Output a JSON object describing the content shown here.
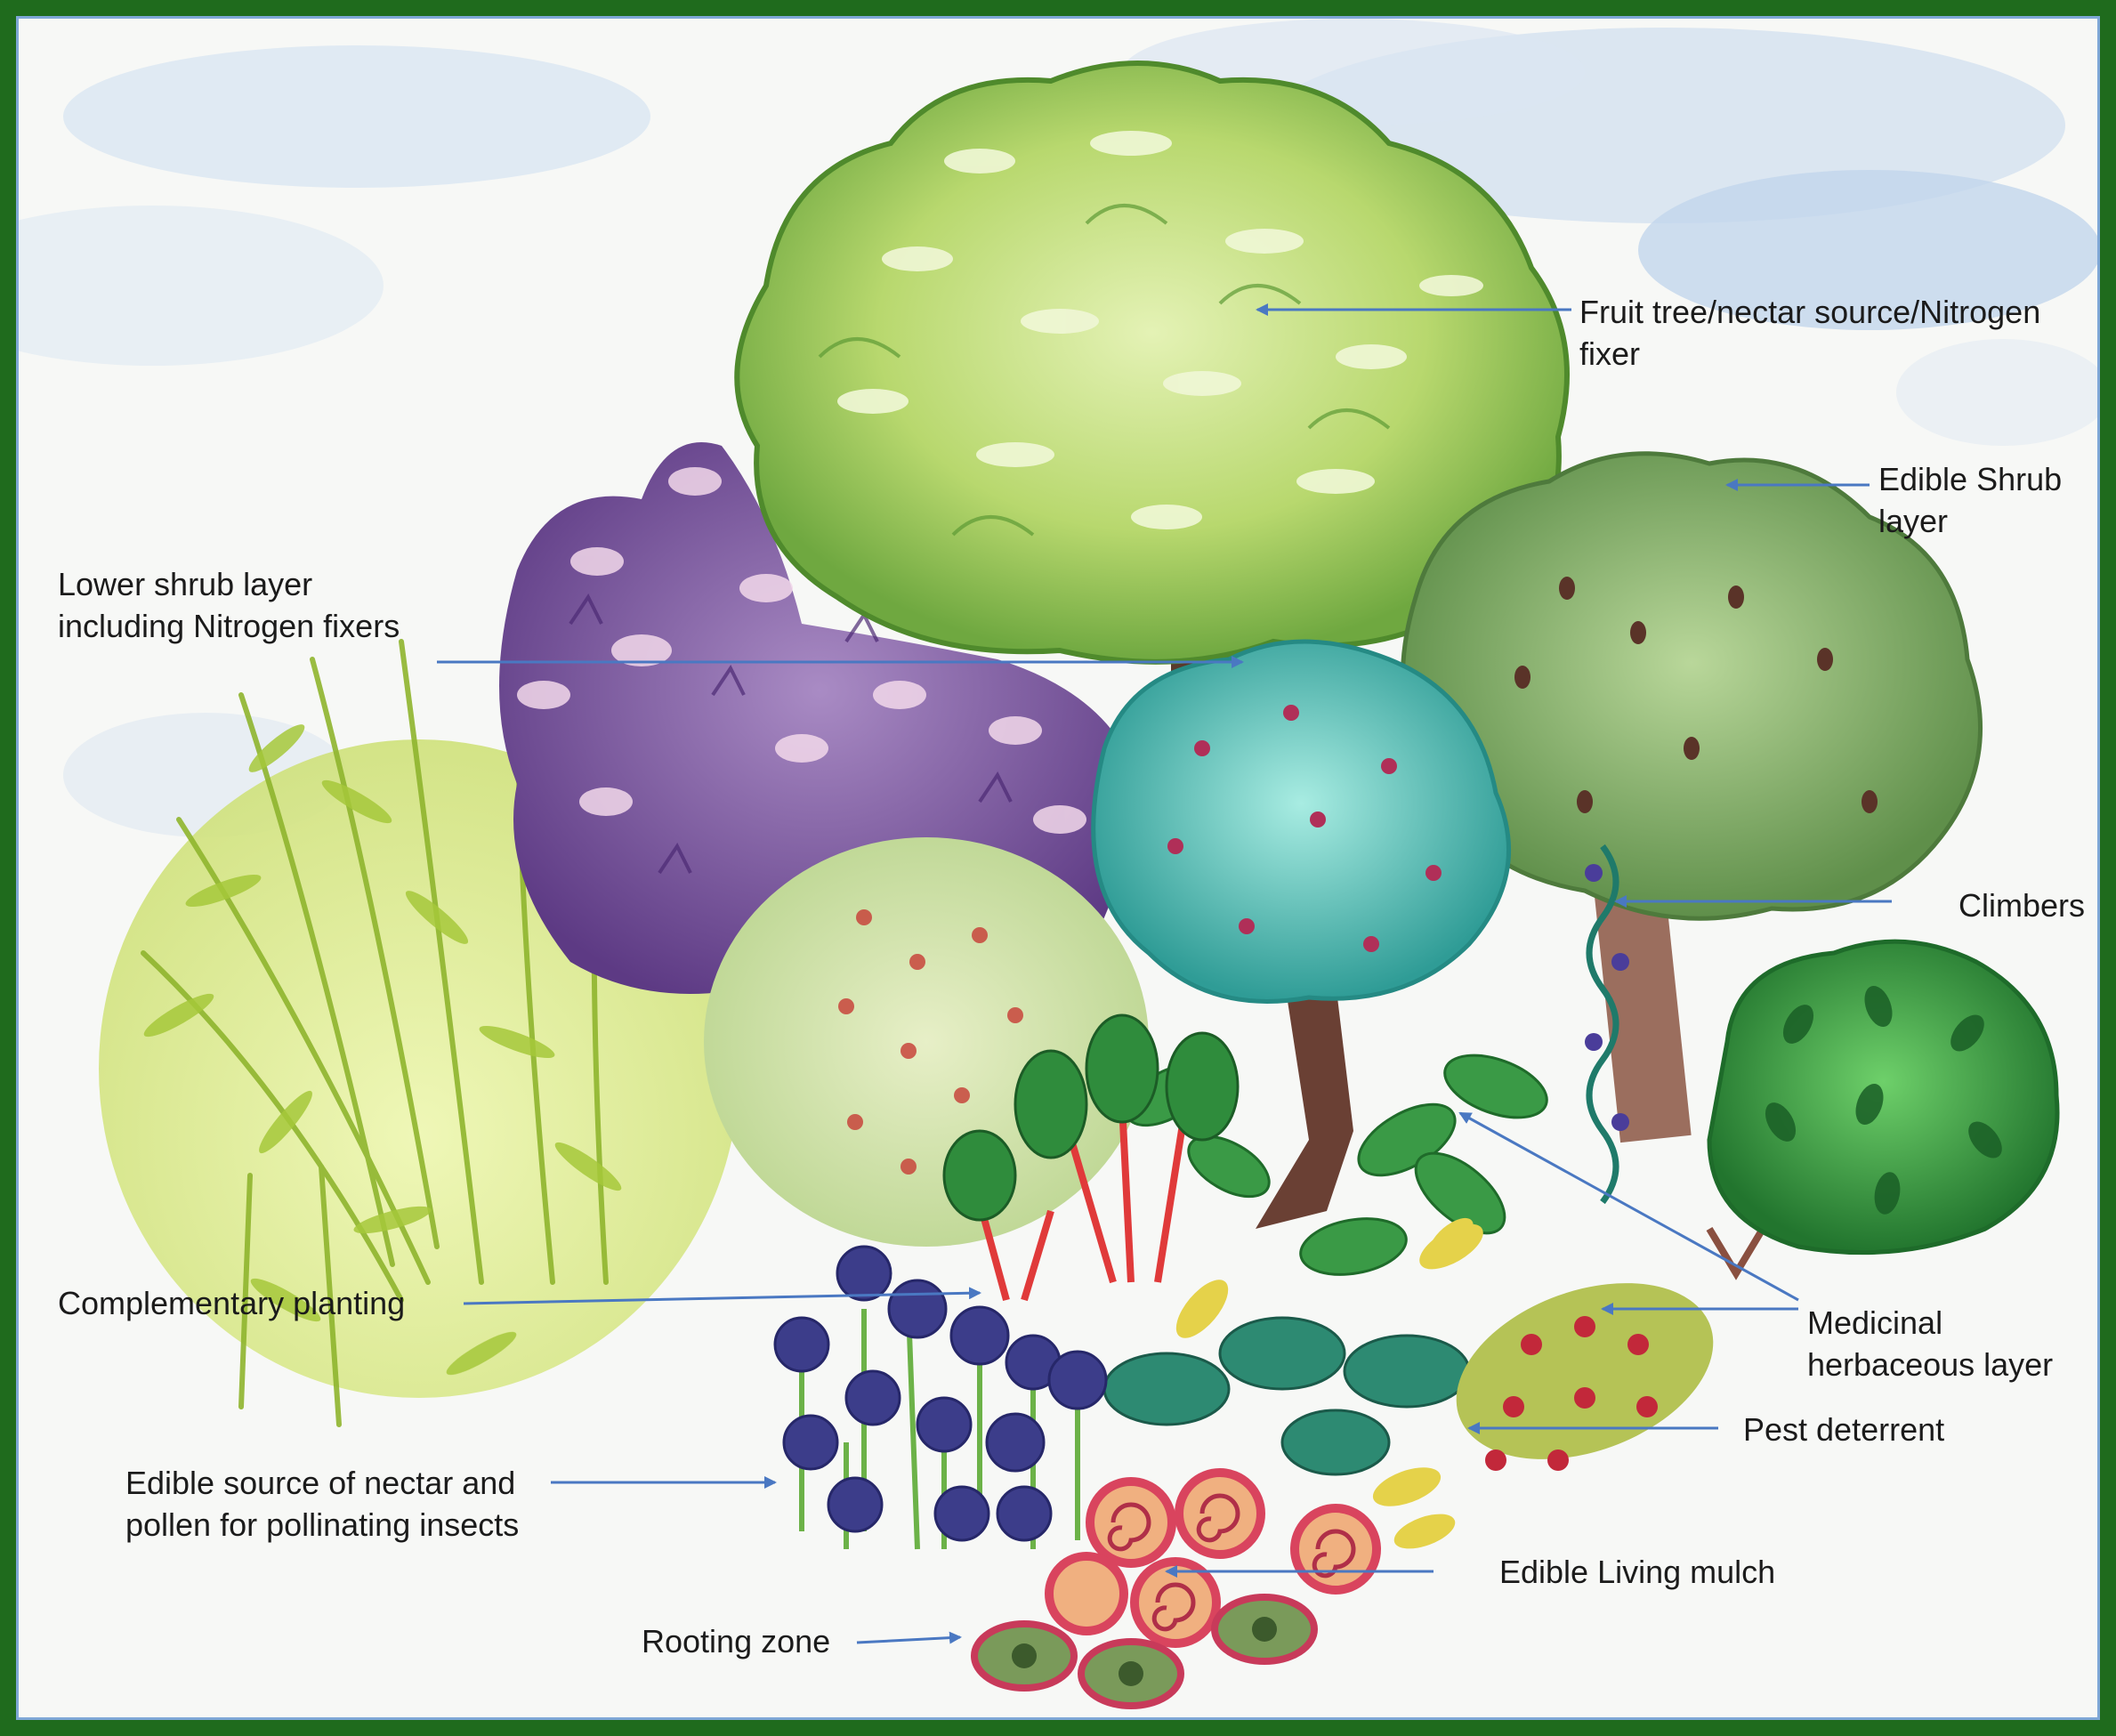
{
  "diagram": {
    "labels": {
      "fruit_tree": [
        "Fruit tree/nectar source/Nitrogen",
        "fixer"
      ],
      "edible_shrub": [
        "Edible Shrub",
        "layer"
      ],
      "lower_shrub": [
        "Lower shrub layer",
        "including Nitrogen fixers"
      ],
      "climbers": [
        "Climbers"
      ],
      "complementary": [
        "Complementary planting"
      ],
      "medicinal": [
        "Medicinal",
        "herbaceous layer"
      ],
      "pest": [
        "Pest deterrent"
      ],
      "edible_nectar": [
        "Edible source of nectar and",
        "pollen for pollinating insects"
      ],
      "living_mulch": [
        "Edible Living mulch"
      ],
      "rooting": [
        "Rooting zone"
      ]
    },
    "colors": {
      "arrow": "#4a78c2",
      "frame": "#1f6b1d",
      "sky": "#d6e4f2",
      "canopy": "#b5d86a",
      "shrub": "#7ea862",
      "purple_shrub": "#7a4f9a",
      "teal_tree": "#3fb8b0",
      "dark_bush": "#2d8a3a",
      "allium": "#3c3d8a",
      "mulch": "#d9445e"
    }
  }
}
